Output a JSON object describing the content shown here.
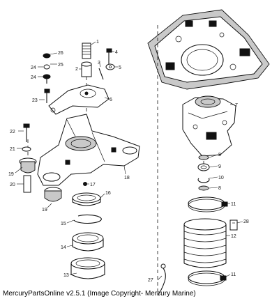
{
  "callouts": [
    "1",
    "2",
    "3",
    "4",
    "5",
    "6",
    "7",
    "8",
    "9",
    "10",
    "8",
    "11",
    "12",
    "11",
    "13",
    "14",
    "15",
    "16",
    "17",
    "18",
    "19",
    "19",
    "20",
    "21",
    "22",
    "23",
    "24",
    "24",
    "25",
    "26",
    "27",
    "28"
  ],
  "copyright": "MercuryPartsOnline v2.5.1 (Image Copyright- Mercury Marine)"
}
